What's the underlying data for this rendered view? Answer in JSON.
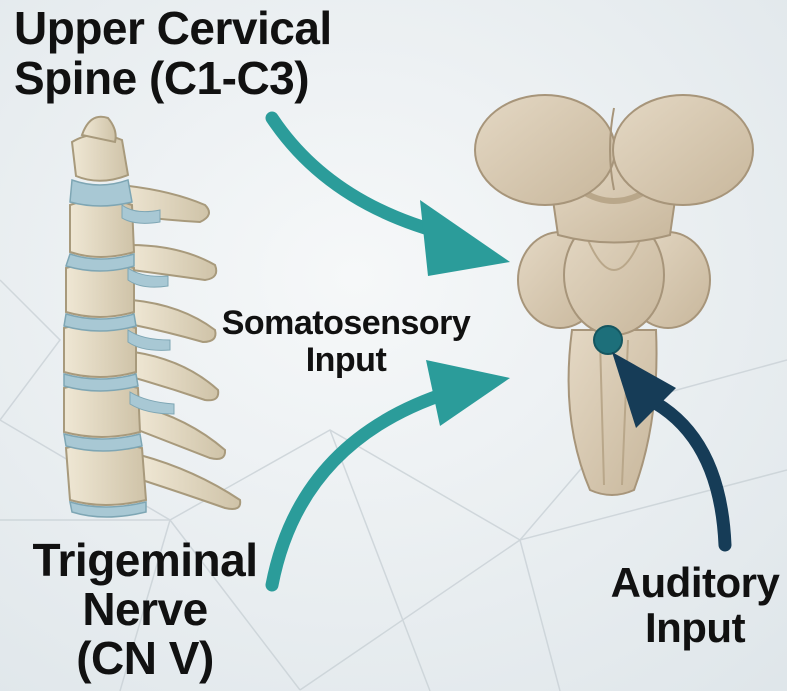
{
  "labels": {
    "spine": [
      "Upper Cervical",
      "Spine (C1-C3)"
    ],
    "somatosensory": [
      "Somatosensory",
      "Input"
    ],
    "trigeminal": [
      "Trigeminal",
      "Nerve",
      "(CN V)"
    ],
    "auditory": [
      "Auditory",
      "Input"
    ]
  },
  "colors": {
    "background": "#e9eef0",
    "bone": "#ddd3bd",
    "brain": "#d7c9b3",
    "disc": "#a8c8d4",
    "teal_arrow": "#2b9c9a",
    "navy_arrow": "#163c57",
    "nucleus": "#1d6f7a",
    "text": "#111111"
  },
  "icons": [
    "cervical-spine-icon",
    "brainstem-icon",
    "cochlear-nucleus-icon"
  ]
}
